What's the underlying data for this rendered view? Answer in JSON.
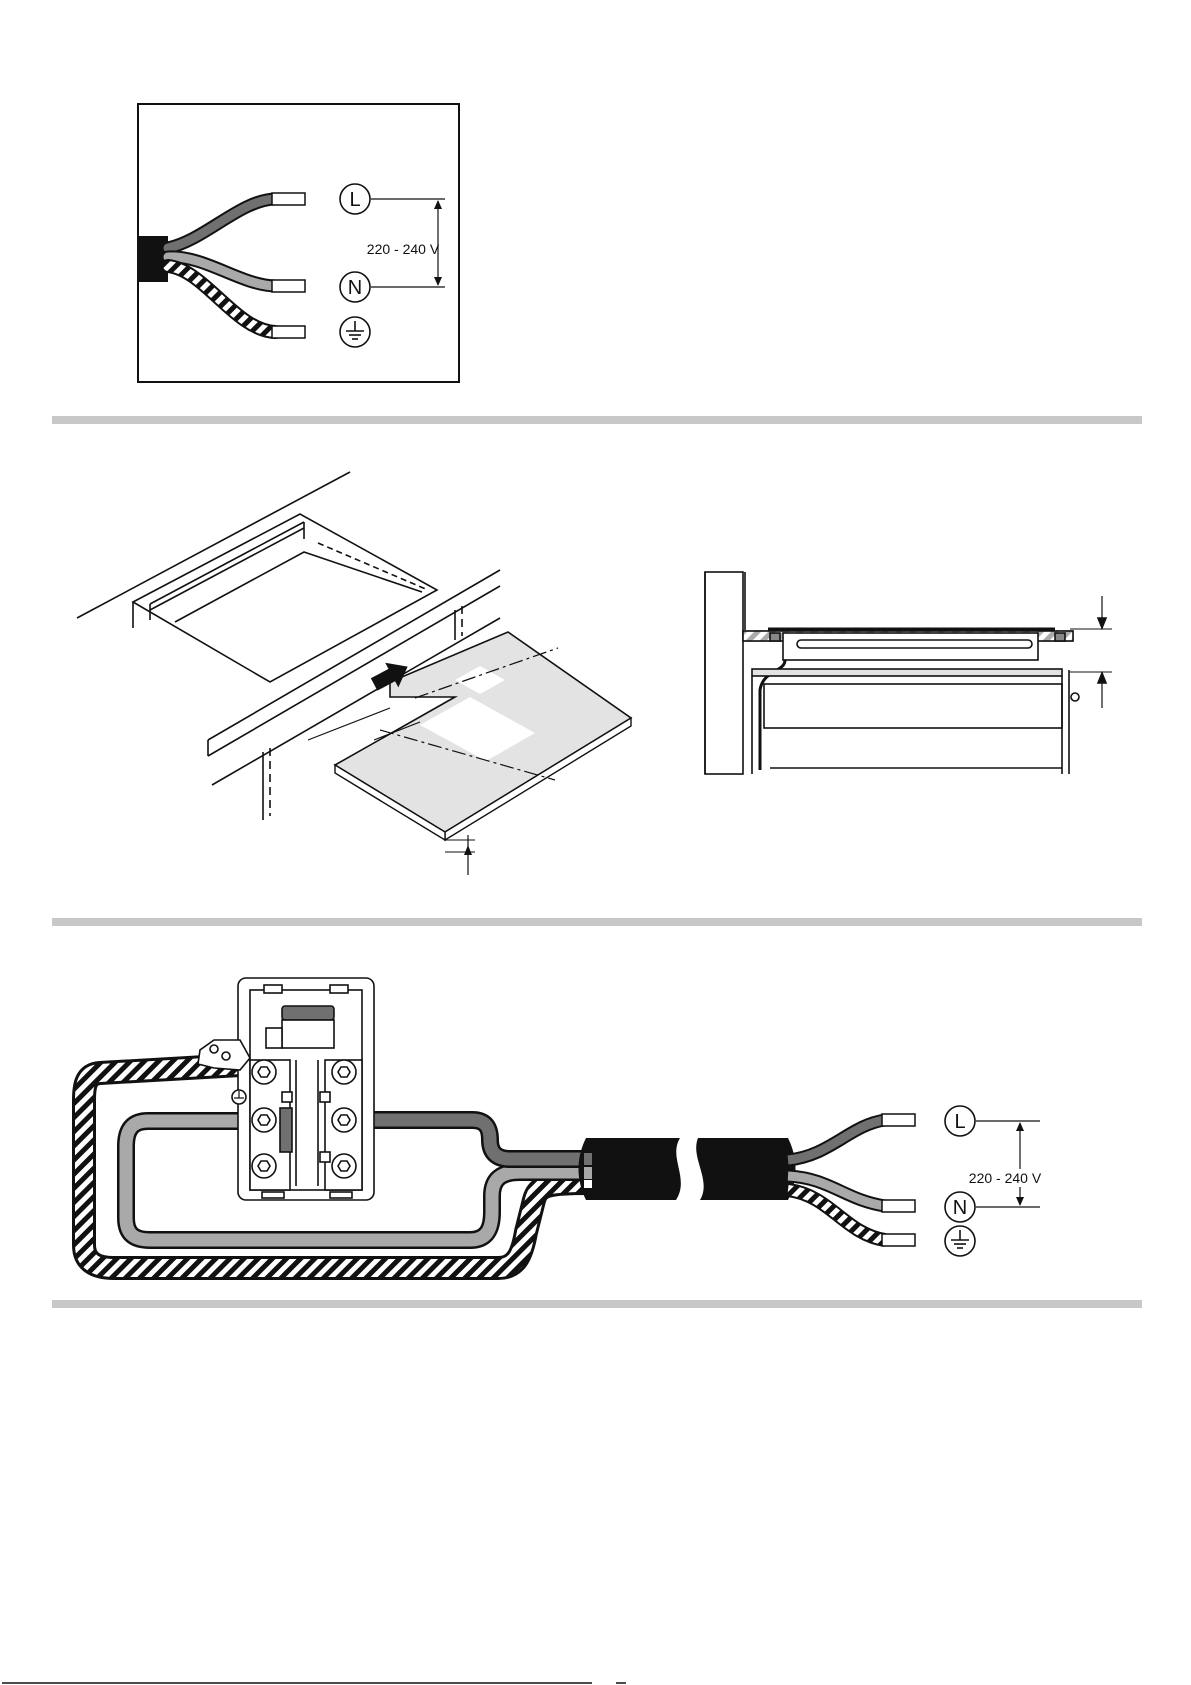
{
  "figure1": {
    "labels": {
      "live": "L",
      "neutral": "N"
    },
    "voltage": "220 - 240 V",
    "icons": [
      "earth-icon"
    ]
  },
  "figure2": {
    "description_none": ""
  },
  "figure3": {
    "labels": {
      "live": "L",
      "neutral": "N"
    },
    "voltage": "220 - 240 V",
    "icons": [
      "earth-icon",
      "terminal-block-icon"
    ]
  },
  "colors": {
    "divider": "#c8c8c8",
    "wire_live": "#707070",
    "wire_neutral": "#a9a9a9",
    "cable_sheath": "#111111",
    "panel_fill": "#e3e3e3"
  }
}
